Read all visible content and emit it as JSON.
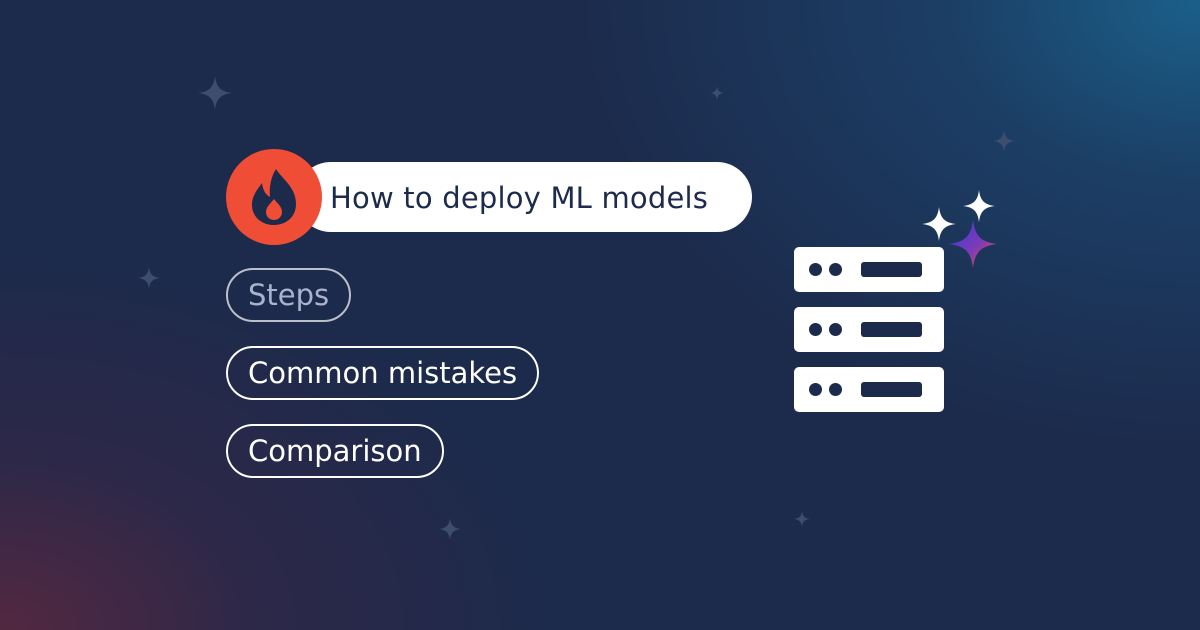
{
  "header": {
    "title": "How to deploy ML models",
    "badge_icon": "flame-icon"
  },
  "topics": [
    {
      "label": "Steps",
      "state": "dimmed"
    },
    {
      "label": "Common mistakes",
      "state": "normal"
    },
    {
      "label": "Comparison",
      "state": "normal"
    }
  ],
  "illustration": {
    "icon": "server-rack-icon",
    "sparkle_icons": [
      "sparkle-icon",
      "sparkle-icon",
      "gradient-sparkle-icon"
    ]
  },
  "colors": {
    "background": "#1c2a4b",
    "accent_red": "#f04d37",
    "pill_white": "#ffffff",
    "dimmed_text": "#a9b3cc",
    "sparkle_gradient_start": "#3a3ad6",
    "sparkle_gradient_end": "#f04d37"
  }
}
